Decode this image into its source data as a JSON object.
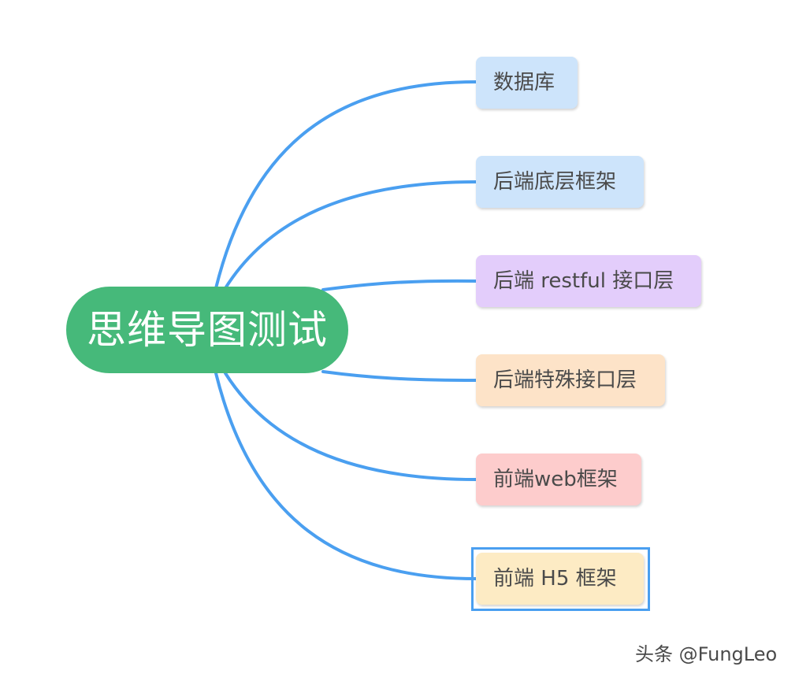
{
  "mindmap": {
    "root": "思维导图测试",
    "children": [
      {
        "label": "数据库",
        "color": "#cde4fb"
      },
      {
        "label": "后端底层框架",
        "color": "#cde4fb"
      },
      {
        "label": "后端 restful 接口层",
        "color": "#e3cdfb"
      },
      {
        "label": "后端特殊接口层",
        "color": "#fde3c8"
      },
      {
        "label": "前端web框架",
        "color": "#fdcccc"
      },
      {
        "label": "前端 H5 框架",
        "color": "#fdebc4",
        "selected": true
      }
    ],
    "link_color": "#4a9ff0",
    "root_color": "#46b97a"
  },
  "watermark": "头条 @FungLeo"
}
